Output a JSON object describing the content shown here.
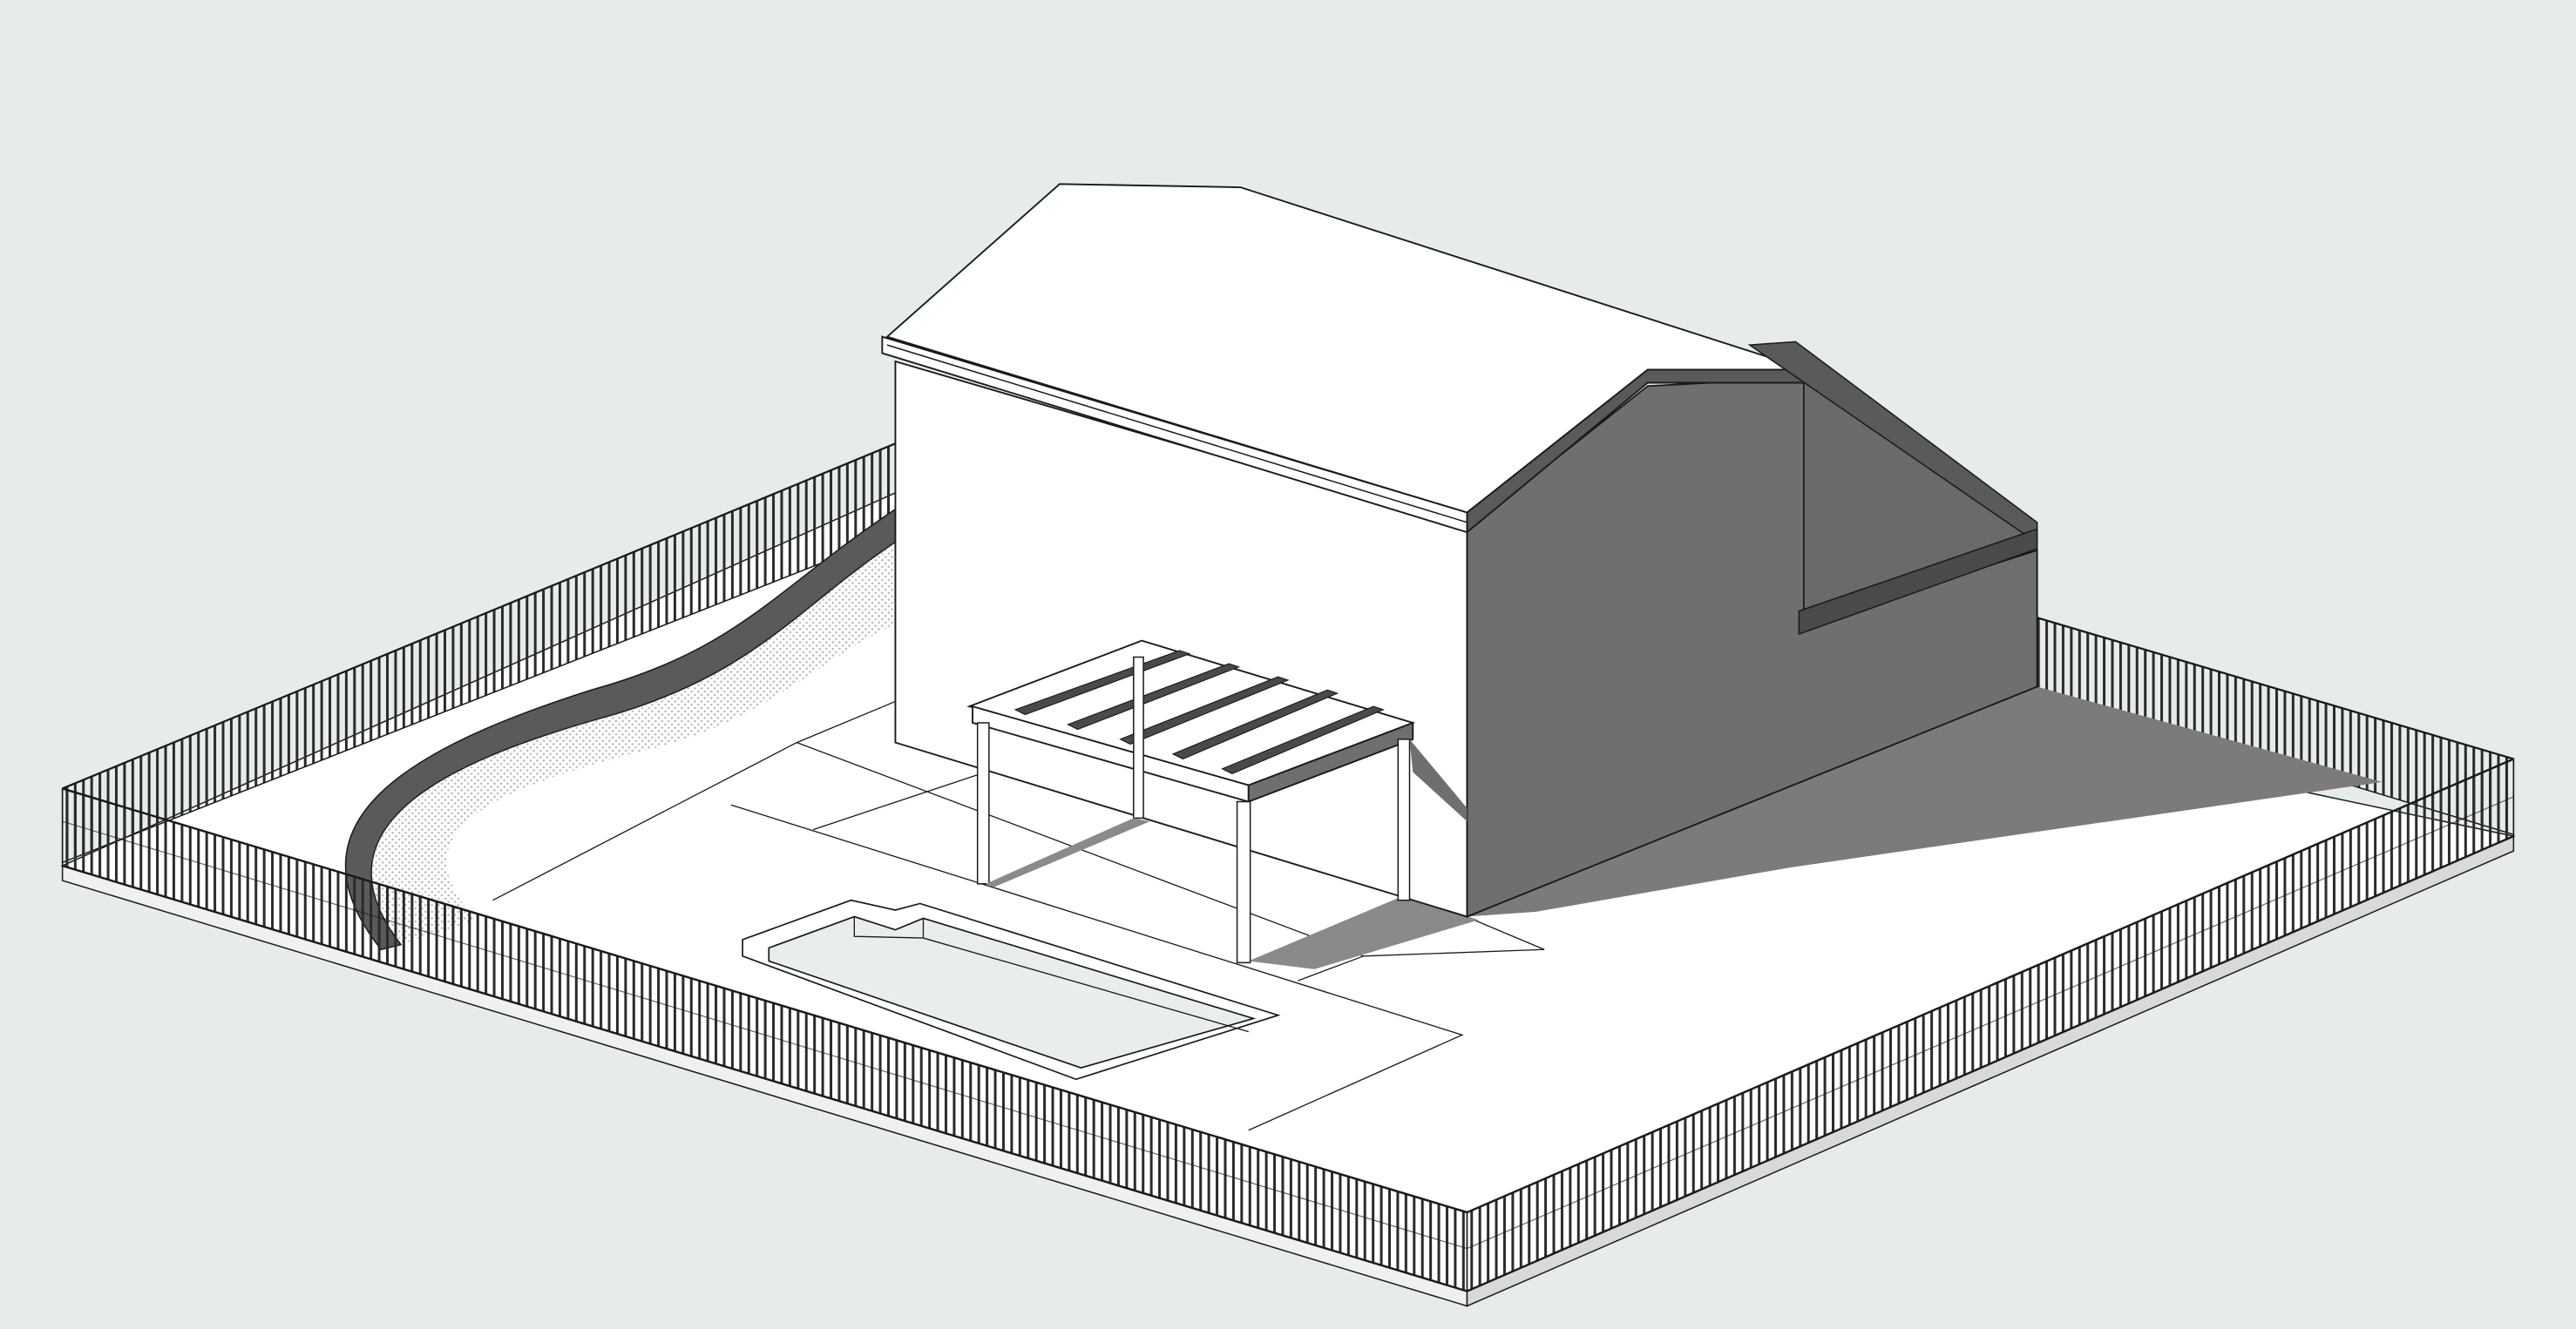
{
  "viewport": {
    "view_type": "3D isometric",
    "render_style": "hidden line with shadows",
    "background_color": "#e5eceb"
  },
  "scene": {
    "elements": [
      {
        "kind": "site-pad",
        "label": ""
      },
      {
        "kind": "perimeter-fence",
        "label": ""
      },
      {
        "kind": "house",
        "label": ""
      },
      {
        "kind": "gable-roof",
        "label": ""
      },
      {
        "kind": "pergola",
        "label": ""
      },
      {
        "kind": "swimming-pool",
        "label": ""
      },
      {
        "kind": "curved-path",
        "label": ""
      },
      {
        "kind": "patio-slab",
        "label": ""
      }
    ],
    "colors": {
      "lit_surface": "#ffffff",
      "shadow_surface": "#6f6f6f",
      "cast_shadow": "#7b7b7b",
      "linework": "#1a1a1a",
      "fence_bars": "#2b2b2b",
      "pool_water": "#e8eeee"
    }
  }
}
